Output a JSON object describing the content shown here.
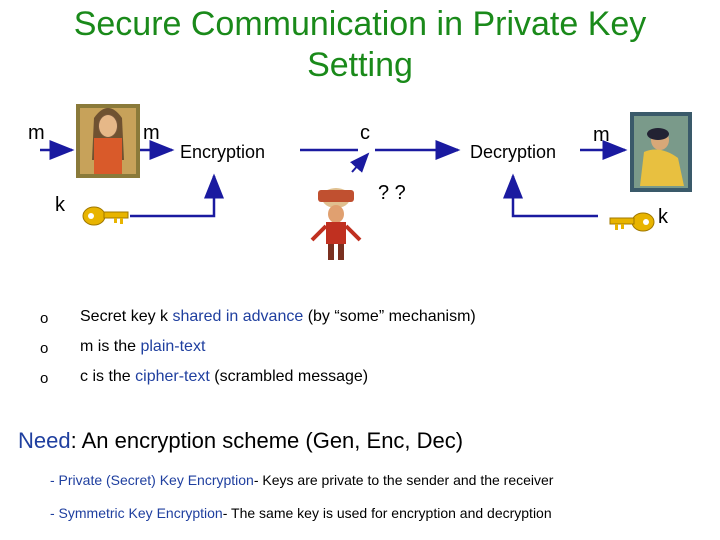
{
  "title": {
    "line1": "Secure Communication in Private Key",
    "line2": "Setting"
  },
  "diagram": {
    "m_left": "m",
    "m_after_sender": "m",
    "encryption": "Encryption",
    "c": "c",
    "decryption": "Decryption",
    "m_right": "m",
    "k_left": "k",
    "k_right": "k",
    "eve": "? ?"
  },
  "bullets": [
    {
      "mark": "o",
      "pre": "Secret key k ",
      "hl": "shared in advance",
      "post": " (by “some” mechanism)"
    },
    {
      "mark": "o",
      "pre": "m is the ",
      "hl": "plain-text",
      "post": ""
    },
    {
      "mark": "o",
      "pre": "c is the ",
      "hl": "cipher-text",
      "post": " (scrambled message)"
    }
  ],
  "need": {
    "hl": "Need",
    "rest": ": An encryption scheme (Gen, Enc, Dec)"
  },
  "subpoints": [
    {
      "hl": "- Private (Secret) Key Encryption",
      "rest": "- Keys are private to the sender and the receiver"
    },
    {
      "hl": "- Symmetric Key Encryption",
      "rest": "- The same key is used for encryption and decryption"
    }
  ],
  "colors": {
    "title": "#1a8a1a",
    "arrow": "#1a1aa0",
    "highlight": "#1f3f9f",
    "key": "#e8b400"
  }
}
